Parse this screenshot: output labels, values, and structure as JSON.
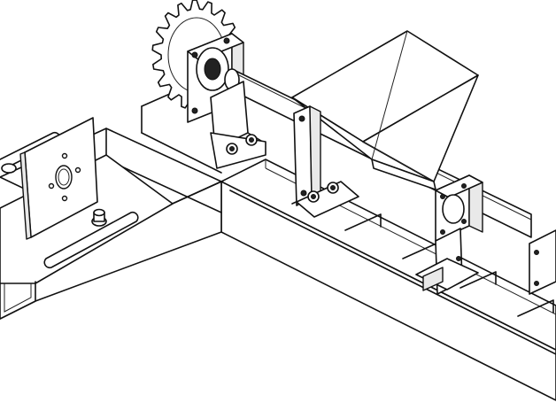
{
  "drawing": {
    "style": "isometric line drawing",
    "line_color": "#111111",
    "background_color": "#ffffff",
    "components": [
      "sprocket",
      "bearing-block",
      "shaft",
      "hopper",
      "motor-mount-plate",
      "frame-rail",
      "pillow-block-bracket"
    ]
  }
}
